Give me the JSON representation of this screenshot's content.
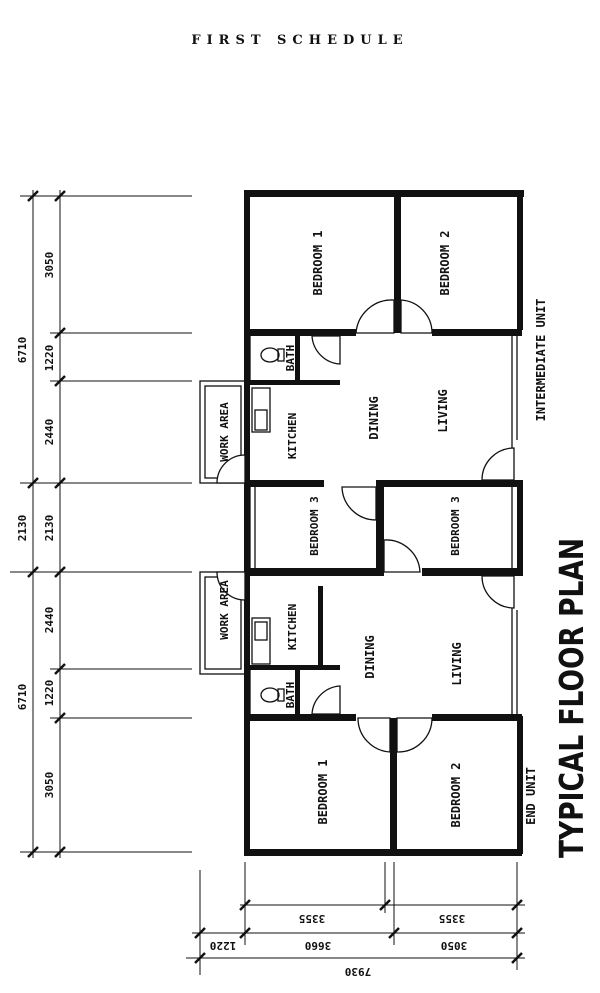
{
  "header": {
    "title": "FIRST SCHEDULE"
  },
  "plan": {
    "title": "TYPICAL FLOOR PLAN",
    "units": {
      "intermediate": "INTERMEDIATE UNIT",
      "end": "END UNIT"
    },
    "rooms": {
      "bedroom1_top": "BEDROOM 1",
      "bedroom2_top": "BEDROOM 2",
      "bath_top": "BATH",
      "kitchen_top": "KITCHEN",
      "work_area_top": "WORK AREA",
      "dining_top": "DINING",
      "living_top": "LIVING",
      "bedroom3_left": "BEDROOM 3",
      "bedroom3_right": "BEDROOM 3",
      "work_area_bottom": "WORK AREA",
      "kitchen_bottom": "KITCHEN",
      "bath_bottom": "BATH",
      "dining_bottom": "DINING",
      "living_bottom": "LIVING",
      "bedroom1_bottom": "BEDROOM 1",
      "bedroom2_bottom": "BEDROOM 2"
    },
    "dimensions": {
      "outer_left": [
        "6710",
        "2130",
        "6710"
      ],
      "inner_left": [
        "3050",
        "1220",
        "2440",
        "2130",
        "2440",
        "1220",
        "3050"
      ],
      "bottom_row1": [
        "3355",
        "3355"
      ],
      "bottom_row2": [
        "1220",
        "3660",
        "3050"
      ],
      "bottom_total": "7930"
    }
  }
}
